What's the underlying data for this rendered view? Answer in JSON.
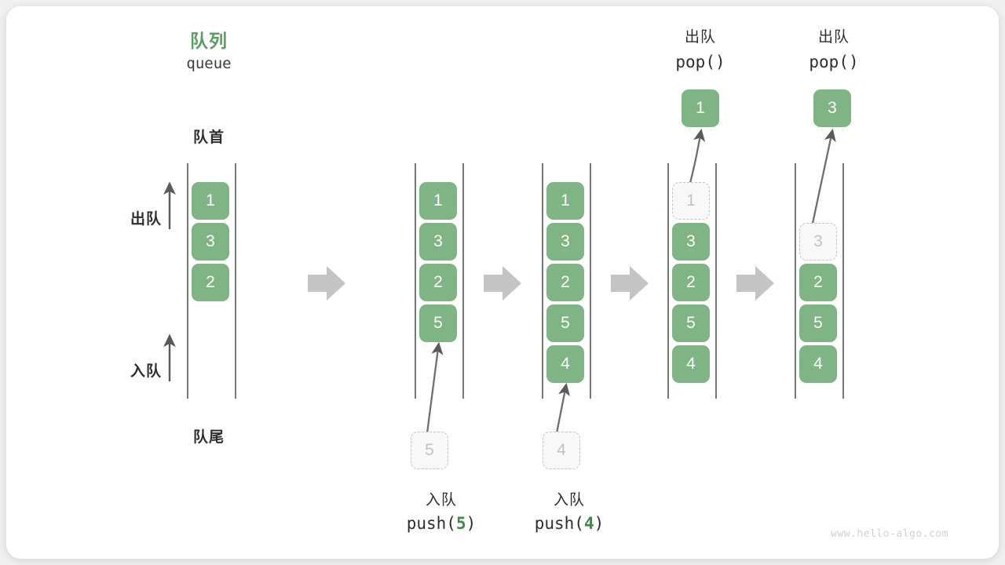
{
  "diagram": {
    "title_cn": "队列",
    "title_en": "queue",
    "front_label": "队首",
    "rear_label": "队尾",
    "dequeue_label": "出队",
    "enqueue_label": "入队",
    "watermark": "www.hello-algo.com",
    "accent_green": "#5a9e63",
    "box_green": "#7fb484",
    "ghost_grey": "#c2c2c2",
    "arrow_grey": "#bcbcbc",
    "line_grey": "#555555"
  },
  "stages": [
    {
      "id": "initial",
      "caption_cn": "",
      "caption_code_prefix": "",
      "caption_code_arg": "",
      "caption_code_suffix": "",
      "cells": [
        {
          "value": "1",
          "state": "filled"
        },
        {
          "value": "3",
          "state": "filled"
        },
        {
          "value": "2",
          "state": "filled"
        }
      ],
      "incoming": null,
      "outgoing": null
    },
    {
      "id": "push-5",
      "caption_cn": "入队",
      "caption_code_prefix": "push(",
      "caption_code_arg": "5",
      "caption_code_suffix": ")",
      "cells": [
        {
          "value": "1",
          "state": "filled"
        },
        {
          "value": "3",
          "state": "filled"
        },
        {
          "value": "2",
          "state": "filled"
        },
        {
          "value": "5",
          "state": "filled"
        }
      ],
      "incoming": {
        "value": "5"
      },
      "outgoing": null
    },
    {
      "id": "push-4",
      "caption_cn": "入队",
      "caption_code_prefix": "push(",
      "caption_code_arg": "4",
      "caption_code_suffix": ")",
      "cells": [
        {
          "value": "1",
          "state": "filled"
        },
        {
          "value": "3",
          "state": "filled"
        },
        {
          "value": "2",
          "state": "filled"
        },
        {
          "value": "5",
          "state": "filled"
        },
        {
          "value": "4",
          "state": "filled"
        }
      ],
      "incoming": {
        "value": "4"
      },
      "outgoing": null
    },
    {
      "id": "pop-1",
      "header_cn": "出队",
      "header_code": "pop()",
      "cells": [
        {
          "value": "1",
          "state": "ghost"
        },
        {
          "value": "3",
          "state": "filled"
        },
        {
          "value": "2",
          "state": "filled"
        },
        {
          "value": "5",
          "state": "filled"
        },
        {
          "value": "4",
          "state": "filled"
        }
      ],
      "incoming": null,
      "outgoing": {
        "value": "1"
      }
    },
    {
      "id": "pop-3",
      "header_cn": "出队",
      "header_code": "pop()",
      "cells": [
        {
          "value": "3",
          "state": "ghost"
        },
        {
          "value": "2",
          "state": "filled"
        },
        {
          "value": "5",
          "state": "filled"
        },
        {
          "value": "4",
          "state": "filled"
        }
      ],
      "incoming": null,
      "outgoing": {
        "value": "3"
      }
    }
  ],
  "separators": [
    "arrow-right",
    "arrow-right",
    "arrow-right",
    "arrow-right"
  ]
}
